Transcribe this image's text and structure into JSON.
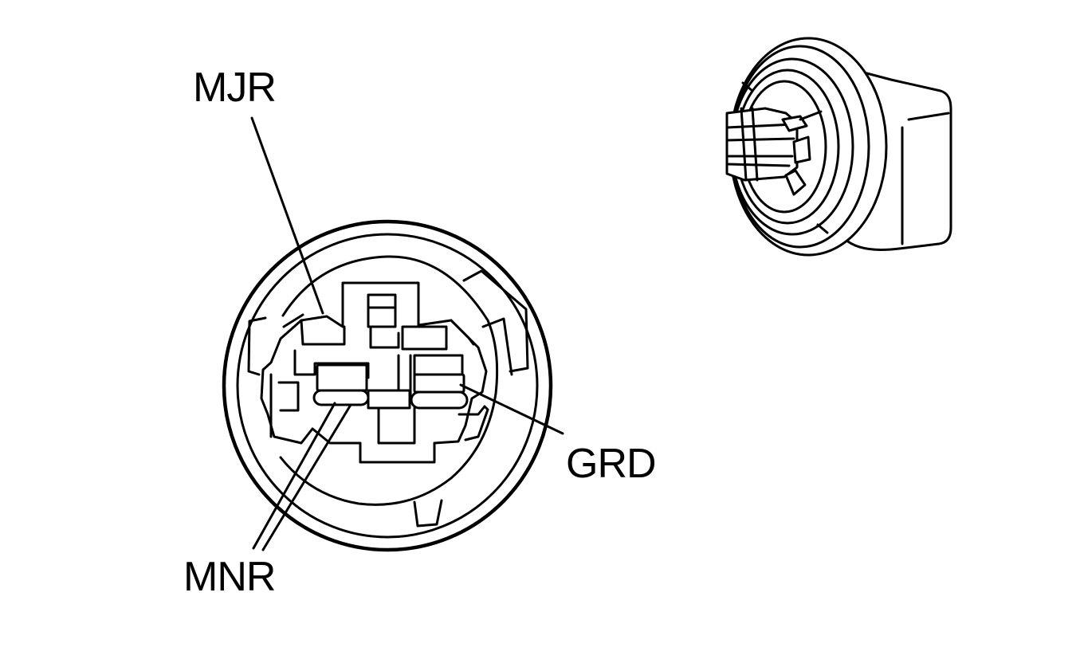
{
  "diagram": {
    "labels": {
      "mjr": "MJR",
      "grd": "GRD",
      "mnr": "MNR"
    }
  },
  "colors": {
    "ink": "#000000",
    "background": "#ffffff"
  }
}
